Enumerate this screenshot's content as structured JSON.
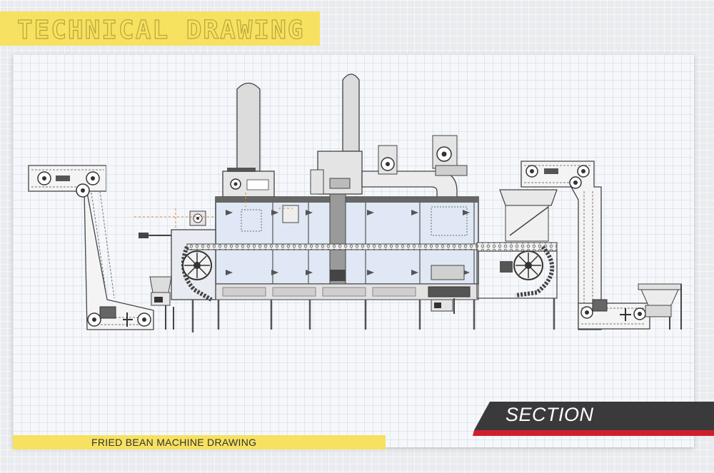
{
  "header": {
    "title": "TECHNICAL DRAWING"
  },
  "footer": {
    "caption": "FRIED BEAN MACHINE DRAWING"
  },
  "section_tab": {
    "label": "SECTION"
  },
  "colors": {
    "banner_yellow": "#f7e160",
    "tab_dark": "#3a3a3d",
    "tab_accent_red": "#d01f2a",
    "tank_blue": "#dfe8f4",
    "machine_gray": "#d9d9d9",
    "line_dark": "#444444",
    "dimension_orange": "#e08a3c"
  },
  "icons": [
    "bucket-elevator-left",
    "fryer-tank",
    "exhaust-chimney",
    "conveyor-chain",
    "motor",
    "discharge-hopper",
    "bucket-elevator-right"
  ]
}
